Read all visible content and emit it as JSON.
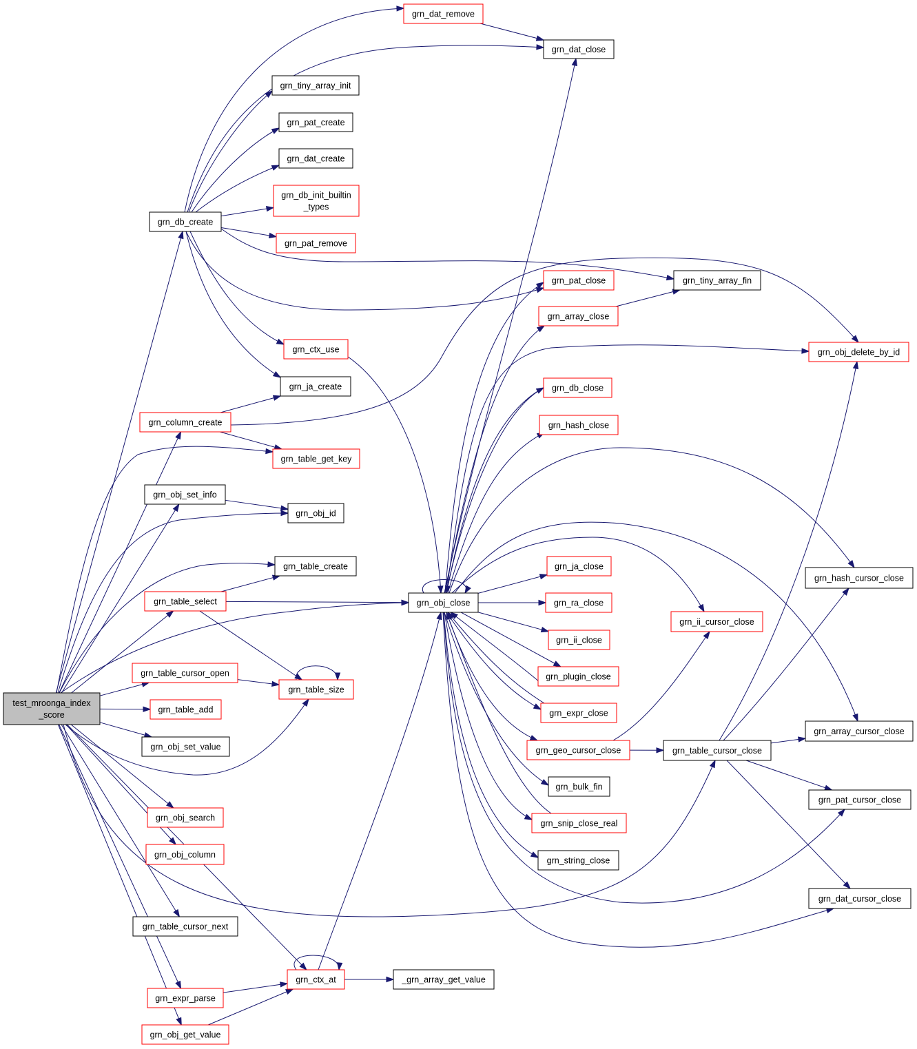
{
  "nodes": [
    {
      "id": "root",
      "lines": [
        "test_mroonga_index",
        "_score"
      ],
      "border": "root"
    },
    {
      "id": "grn_dat_remove",
      "lines": [
        "grn_dat_remove"
      ],
      "border": "red"
    },
    {
      "id": "grn_dat_close",
      "lines": [
        "grn_dat_close"
      ],
      "border": "black"
    },
    {
      "id": "grn_tiny_array_init",
      "lines": [
        "grn_tiny_array_init"
      ],
      "border": "black"
    },
    {
      "id": "grn_pat_create",
      "lines": [
        "grn_pat_create"
      ],
      "border": "black"
    },
    {
      "id": "grn_dat_create",
      "lines": [
        "grn_dat_create"
      ],
      "border": "black"
    },
    {
      "id": "grn_db_init_builtin_types",
      "lines": [
        "grn_db_init_builtin",
        "_types"
      ],
      "border": "red"
    },
    {
      "id": "grn_db_create",
      "lines": [
        "grn_db_create"
      ],
      "border": "black"
    },
    {
      "id": "grn_pat_remove",
      "lines": [
        "grn_pat_remove"
      ],
      "border": "red"
    },
    {
      "id": "grn_pat_close",
      "lines": [
        "grn_pat_close"
      ],
      "border": "red"
    },
    {
      "id": "grn_tiny_array_fin",
      "lines": [
        "grn_tiny_array_fin"
      ],
      "border": "black"
    },
    {
      "id": "grn_array_close",
      "lines": [
        "grn_array_close"
      ],
      "border": "red"
    },
    {
      "id": "grn_ctx_use",
      "lines": [
        "grn_ctx_use"
      ],
      "border": "red"
    },
    {
      "id": "grn_obj_delete_by_id",
      "lines": [
        "grn_obj_delete_by_id"
      ],
      "border": "red"
    },
    {
      "id": "grn_ja_create",
      "lines": [
        "grn_ja_create"
      ],
      "border": "black"
    },
    {
      "id": "grn_db_close",
      "lines": [
        "grn_db_close"
      ],
      "border": "red"
    },
    {
      "id": "grn_column_create",
      "lines": [
        "grn_column_create"
      ],
      "border": "red"
    },
    {
      "id": "grn_hash_close",
      "lines": [
        "grn_hash_close"
      ],
      "border": "red"
    },
    {
      "id": "grn_table_get_key",
      "lines": [
        "grn_table_get_key"
      ],
      "border": "red"
    },
    {
      "id": "grn_obj_set_info",
      "lines": [
        "grn_obj_set_info"
      ],
      "border": "black"
    },
    {
      "id": "grn_obj_id",
      "lines": [
        "grn_obj_id"
      ],
      "border": "black"
    },
    {
      "id": "grn_table_create",
      "lines": [
        "grn_table_create"
      ],
      "border": "black"
    },
    {
      "id": "grn_ja_close",
      "lines": [
        "grn_ja_close"
      ],
      "border": "red"
    },
    {
      "id": "grn_hash_cursor_close",
      "lines": [
        "grn_hash_cursor_close"
      ],
      "border": "black"
    },
    {
      "id": "grn_table_select",
      "lines": [
        "grn_table_select"
      ],
      "border": "red"
    },
    {
      "id": "grn_obj_close",
      "lines": [
        "grn_obj_close"
      ],
      "border": "black"
    },
    {
      "id": "grn_ra_close",
      "lines": [
        "grn_ra_close"
      ],
      "border": "red"
    },
    {
      "id": "grn_ii_cursor_close",
      "lines": [
        "grn_ii_cursor_close"
      ],
      "border": "red"
    },
    {
      "id": "grn_ii_close",
      "lines": [
        "grn_ii_close"
      ],
      "border": "red"
    },
    {
      "id": "grn_table_cursor_open",
      "lines": [
        "grn_table_cursor_open"
      ],
      "border": "red"
    },
    {
      "id": "grn_plugin_close",
      "lines": [
        "grn_plugin_close"
      ],
      "border": "red"
    },
    {
      "id": "grn_table_size",
      "lines": [
        "grn_table_size"
      ],
      "border": "red"
    },
    {
      "id": "grn_table_add",
      "lines": [
        "grn_table_add"
      ],
      "border": "red"
    },
    {
      "id": "grn_expr_close",
      "lines": [
        "grn_expr_close"
      ],
      "border": "red"
    },
    {
      "id": "grn_array_cursor_close",
      "lines": [
        "grn_array_cursor_close"
      ],
      "border": "black"
    },
    {
      "id": "grn_obj_set_value",
      "lines": [
        "grn_obj_set_value"
      ],
      "border": "black"
    },
    {
      "id": "grn_geo_cursor_close",
      "lines": [
        "grn_geo_cursor_close"
      ],
      "border": "red"
    },
    {
      "id": "grn_table_cursor_close",
      "lines": [
        "grn_table_cursor_close"
      ],
      "border": "black"
    },
    {
      "id": "grn_bulk_fin",
      "lines": [
        "grn_bulk_fin"
      ],
      "border": "black"
    },
    {
      "id": "grn_pat_cursor_close",
      "lines": [
        "grn_pat_cursor_close"
      ],
      "border": "black"
    },
    {
      "id": "grn_obj_search",
      "lines": [
        "grn_obj_search"
      ],
      "border": "red"
    },
    {
      "id": "grn_snip_close_real",
      "lines": [
        "grn_snip_close_real"
      ],
      "border": "red"
    },
    {
      "id": "grn_obj_column",
      "lines": [
        "grn_obj_column"
      ],
      "border": "red"
    },
    {
      "id": "grn_string_close",
      "lines": [
        "grn_string_close"
      ],
      "border": "black"
    },
    {
      "id": "grn_dat_cursor_close",
      "lines": [
        "grn_dat_cursor_close"
      ],
      "border": "black"
    },
    {
      "id": "grn_table_cursor_next",
      "lines": [
        "grn_table_cursor_next"
      ],
      "border": "black"
    },
    {
      "id": "grn_ctx_at",
      "lines": [
        "grn_ctx_at"
      ],
      "border": "red"
    },
    {
      "id": "_grn_array_get_value",
      "lines": [
        "_grn_array_get_value"
      ],
      "border": "black"
    },
    {
      "id": "grn_expr_parse",
      "lines": [
        "grn_expr_parse"
      ],
      "border": "red"
    },
    {
      "id": "grn_obj_get_value",
      "lines": [
        "grn_obj_get_value"
      ],
      "border": "red"
    }
  ],
  "edges": [
    [
      "root",
      "grn_db_create"
    ],
    [
      "root",
      "grn_column_create"
    ],
    [
      "root",
      "grn_table_get_key"
    ],
    [
      "root",
      "grn_obj_set_info"
    ],
    [
      "root",
      "grn_obj_id"
    ],
    [
      "root",
      "grn_table_create"
    ],
    [
      "root",
      "grn_table_select"
    ],
    [
      "root",
      "grn_obj_close"
    ],
    [
      "root",
      "grn_table_cursor_open"
    ],
    [
      "root",
      "grn_table_add"
    ],
    [
      "root",
      "grn_obj_set_value"
    ],
    [
      "root",
      "grn_table_size"
    ],
    [
      "root",
      "grn_obj_search"
    ],
    [
      "root",
      "grn_obj_column"
    ],
    [
      "root",
      "grn_table_cursor_close"
    ],
    [
      "root",
      "grn_table_cursor_next"
    ],
    [
      "root",
      "grn_ctx_at"
    ],
    [
      "root",
      "grn_expr_parse"
    ],
    [
      "root",
      "grn_obj_get_value"
    ],
    [
      "grn_db_create",
      "grn_dat_remove"
    ],
    [
      "grn_db_create",
      "grn_dat_close"
    ],
    [
      "grn_db_create",
      "grn_tiny_array_init"
    ],
    [
      "grn_db_create",
      "grn_pat_create"
    ],
    [
      "grn_db_create",
      "grn_dat_create"
    ],
    [
      "grn_db_create",
      "grn_db_init_builtin_types"
    ],
    [
      "grn_db_create",
      "grn_pat_remove"
    ],
    [
      "grn_db_create",
      "grn_tiny_array_fin"
    ],
    [
      "grn_db_create",
      "grn_pat_close"
    ],
    [
      "grn_db_create",
      "grn_ctx_use"
    ],
    [
      "grn_db_create",
      "grn_ja_create"
    ],
    [
      "grn_dat_remove",
      "grn_dat_close"
    ],
    [
      "grn_column_create",
      "grn_ja_create"
    ],
    [
      "grn_column_create",
      "grn_table_get_key"
    ],
    [
      "grn_column_create",
      "grn_obj_delete_by_id"
    ],
    [
      "grn_obj_set_info",
      "grn_obj_id"
    ],
    [
      "grn_table_select",
      "grn_table_create"
    ],
    [
      "grn_table_select",
      "grn_obj_close"
    ],
    [
      "grn_table_select",
      "grn_table_size"
    ],
    [
      "grn_table_cursor_open",
      "grn_table_size"
    ],
    [
      "grn_table_size",
      "grn_table_size"
    ],
    [
      "grn_ctx_use",
      "grn_obj_close"
    ],
    [
      "grn_ctx_at",
      "grn_ctx_at"
    ],
    [
      "grn_ctx_at",
      "_grn_array_get_value"
    ],
    [
      "grn_ctx_at",
      "grn_obj_close"
    ],
    [
      "grn_expr_parse",
      "grn_ctx_at"
    ],
    [
      "grn_obj_get_value",
      "grn_ctx_at"
    ],
    [
      "grn_obj_close",
      "grn_obj_close"
    ],
    [
      "grn_obj_close",
      "grn_dat_close"
    ],
    [
      "grn_obj_close",
      "grn_pat_close"
    ],
    [
      "grn_obj_close",
      "grn_array_close"
    ],
    [
      "grn_obj_close",
      "grn_obj_delete_by_id"
    ],
    [
      "grn_obj_close",
      "grn_db_close"
    ],
    [
      "grn_obj_close",
      "grn_hash_close"
    ],
    [
      "grn_obj_close",
      "grn_hash_cursor_close"
    ],
    [
      "grn_obj_close",
      "grn_ii_cursor_close"
    ],
    [
      "grn_obj_close",
      "grn_array_cursor_close"
    ],
    [
      "grn_obj_close",
      "grn_ja_close"
    ],
    [
      "grn_obj_close",
      "grn_ra_close"
    ],
    [
      "grn_obj_close",
      "grn_ii_close"
    ],
    [
      "grn_obj_close",
      "grn_plugin_close"
    ],
    [
      "grn_obj_close",
      "grn_expr_close"
    ],
    [
      "grn_obj_close",
      "grn_geo_cursor_close"
    ],
    [
      "grn_obj_close",
      "grn_bulk_fin"
    ],
    [
      "grn_obj_close",
      "grn_snip_close_real"
    ],
    [
      "grn_obj_close",
      "grn_string_close"
    ],
    [
      "grn_obj_close",
      "grn_dat_cursor_close"
    ],
    [
      "grn_obj_close",
      "grn_pat_cursor_close"
    ],
    [
      "grn_array_close",
      "grn_tiny_array_fin"
    ],
    [
      "grn_db_close",
      "grn_obj_close"
    ],
    [
      "grn_plugin_close",
      "grn_obj_close"
    ],
    [
      "grn_expr_close",
      "grn_obj_close"
    ],
    [
      "grn_snip_close_real",
      "grn_obj_close"
    ],
    [
      "grn_geo_cursor_close",
      "grn_ii_cursor_close"
    ],
    [
      "grn_geo_cursor_close",
      "grn_table_cursor_close"
    ],
    [
      "grn_table_cursor_close",
      "grn_obj_delete_by_id"
    ],
    [
      "grn_table_cursor_close",
      "grn_hash_cursor_close"
    ],
    [
      "grn_table_cursor_close",
      "grn_array_cursor_close"
    ],
    [
      "grn_table_cursor_close",
      "grn_pat_cursor_close"
    ],
    [
      "grn_table_cursor_close",
      "grn_dat_cursor_close"
    ]
  ]
}
